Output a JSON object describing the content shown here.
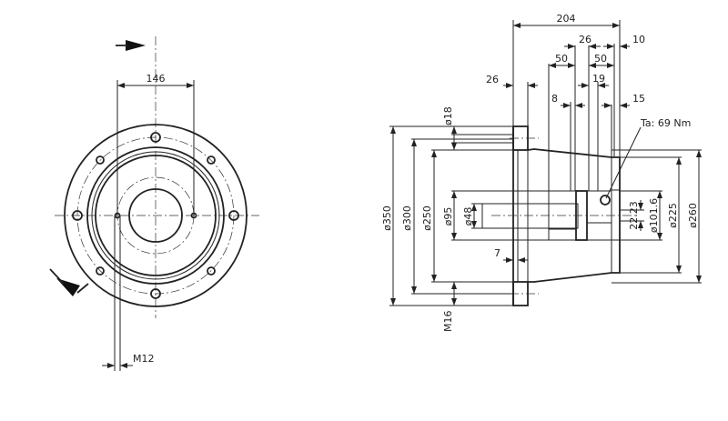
{
  "front_view": {
    "dim_bolt_spacing": "146",
    "thread_label": "M12"
  },
  "section_view": {
    "dims_top": [
      "204",
      "26",
      "10",
      "50",
      "50",
      "26",
      "19",
      "8",
      "15"
    ],
    "torque_note": "Ta: 69 Nm",
    "dims_left": [
      "ø18",
      "ø350",
      "ø300",
      "ø250",
      "ø95",
      "ø48"
    ],
    "dim_wall": "7",
    "thread_label": "M16",
    "dims_right": [
      "22.23",
      "ø101.6",
      "ø225",
      "ø260"
    ]
  }
}
